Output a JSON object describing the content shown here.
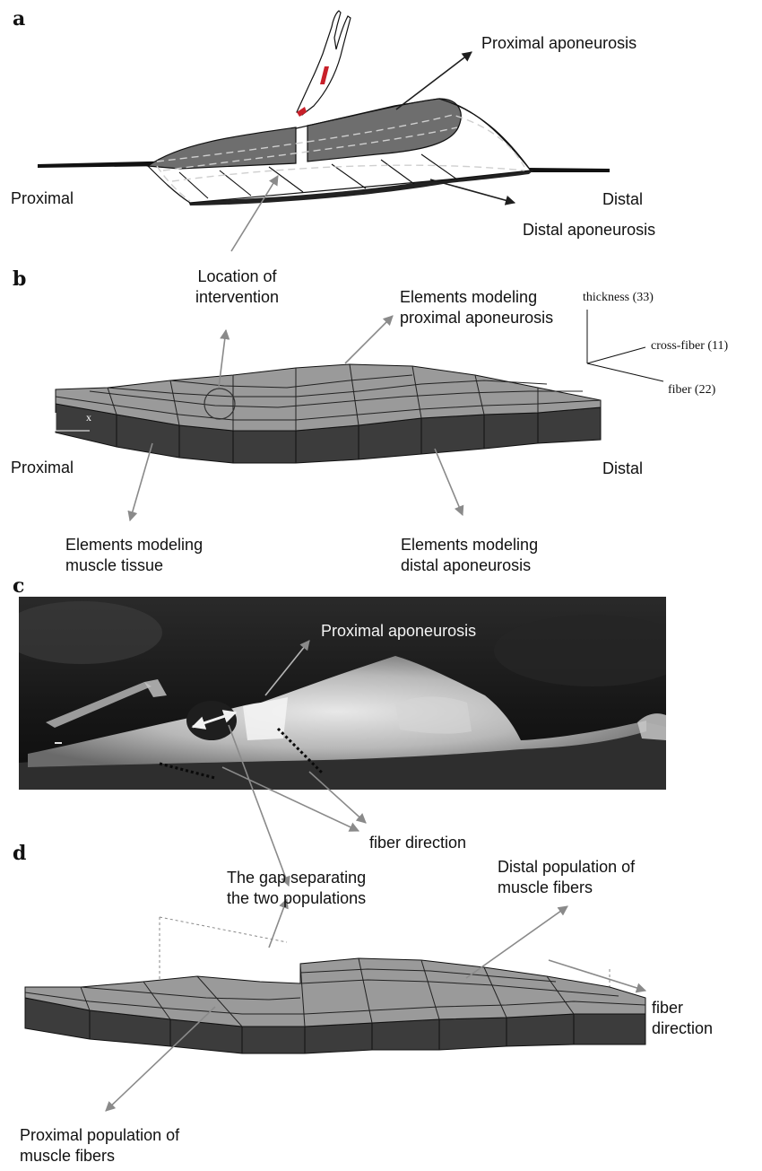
{
  "panels": {
    "a": {
      "letter": "a",
      "labels": {
        "proximal_aponeurosis": "Proximal aponeurosis",
        "proximal": "Proximal",
        "distal": "Distal",
        "distal_aponeurosis": "Distal aponeurosis",
        "location_line1": "Location of",
        "location_line2": "intervention"
      }
    },
    "b": {
      "letter": "b",
      "labels": {
        "elements_prox_line1": "Elements modeling",
        "elements_prox_line2": "proximal aponeurosis",
        "thickness": "thickness (33)",
        "cross_fiber": "cross-fiber (11)",
        "fiber": "fiber (22)",
        "axis_x": "x",
        "proximal": "Proximal",
        "distal": "Distal",
        "muscle_line1": "Elements modeling",
        "muscle_line2": "muscle tissue",
        "distal_apo_line1": "Elements modeling",
        "distal_apo_line2": "distal aponeurosis"
      }
    },
    "c": {
      "letter": "c",
      "labels": {
        "proximal_aponeurosis": "Proximal aponeurosis",
        "fiber_direction": "fiber direction"
      }
    },
    "d": {
      "letter": "d",
      "labels": {
        "gap_line1": "The gap separating",
        "gap_line2": "the two populations",
        "distal_pop_line1": "Distal population of",
        "distal_pop_line2": "muscle fibers",
        "fiber_dir_line1": "fiber",
        "fiber_dir_line2": "direction",
        "proximal_pop_line1": "Proximal population of",
        "proximal_pop_line2": "muscle fibers"
      }
    }
  },
  "colors": {
    "muscle_gray": "#6e6e6e",
    "element_top": "#9a9a9a",
    "element_side": "#3c3c3c",
    "arrow_gray": "#888888",
    "arrow_dark": "#222222",
    "forceps_red": "#c8202a"
  }
}
